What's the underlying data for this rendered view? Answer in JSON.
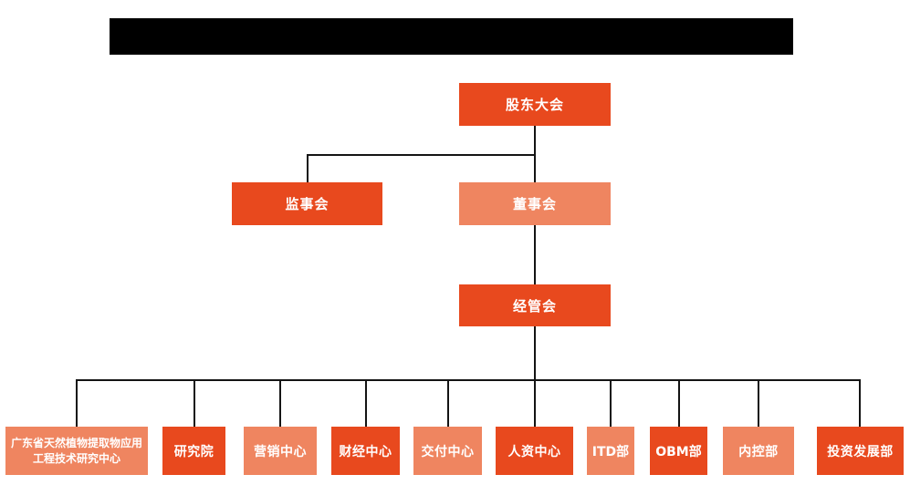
{
  "colors": {
    "primary": "#E8491E",
    "secondary": "#EF8560",
    "connector": "#141414",
    "redacted_bar": "#000000",
    "node_text": "#FFFFFF",
    "background": "#FFFFFF"
  },
  "org_chart": {
    "root": {
      "label": "股东大会",
      "variant": "primary"
    },
    "supervisory_board": {
      "label": "监事会",
      "variant": "primary"
    },
    "board_of_directors": {
      "label": "董事会",
      "variant": "secondary"
    },
    "management_committee": {
      "label": "经管会",
      "variant": "primary"
    },
    "departments": [
      {
        "label": "广东省天然植物提取物应用工程技术研究中心",
        "variant": "secondary"
      },
      {
        "label": "研究院",
        "variant": "primary"
      },
      {
        "label": "营销中心",
        "variant": "secondary"
      },
      {
        "label": "财经中心",
        "variant": "primary"
      },
      {
        "label": "交付中心",
        "variant": "secondary"
      },
      {
        "label": "人资中心",
        "variant": "primary"
      },
      {
        "label": "ITD部",
        "variant": "secondary"
      },
      {
        "label": "OBM部",
        "variant": "primary"
      },
      {
        "label": "内控部",
        "variant": "secondary"
      },
      {
        "label": "投资发展部",
        "variant": "primary"
      }
    ]
  }
}
